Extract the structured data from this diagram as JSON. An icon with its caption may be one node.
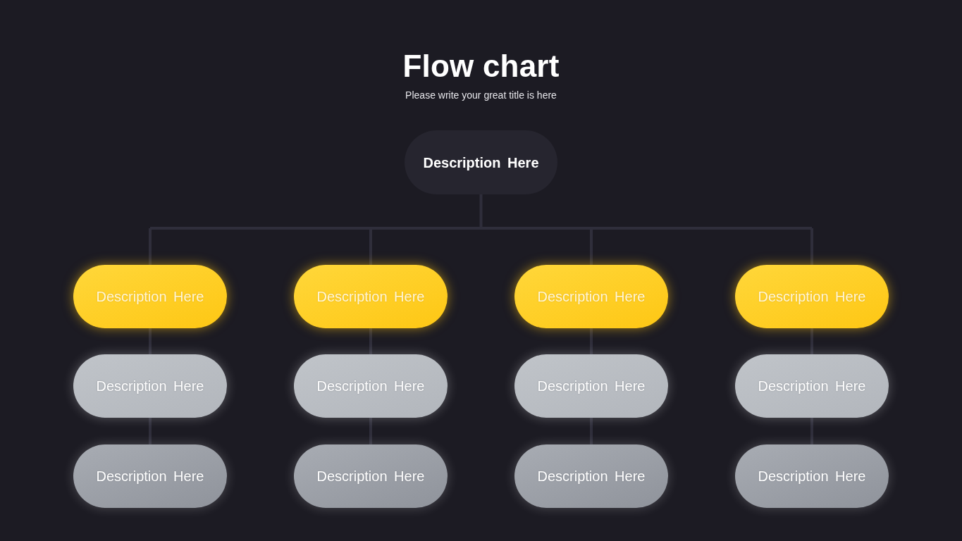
{
  "diagram": {
    "title": "Flow chart",
    "nodes": [
      {
        "text": [
          "Description Here"
        ]
      },
      {
        "text": [
          "Description Here"
        ]
      },
      {
        "text": [
          "Description Here"
        ]
      },
      {
        "text": [
          "Description Here"
        ]
      },
      {
        "text": [
          "Description Here"
        ]
      },
      {
        "text": [
          "Description Here"
        ]
      },
      {
        "text": [
          "Description Here"
        ]
      },
      {
        "text": [
          "Description Here"
        ]
      },
      {
        "text": [
          "Description Here"
        ]
      },
      {
        "text": [
          "Description Here"
        ]
      },
      {
        "text": [
          "Description Here"
        ]
      },
      {
        "text": [
          "Description Here"
        ]
      },
      {
        "text": [
          "Description Here"
        ]
      }
    ],
    "edges": [
      {
        "from": 0,
        "to": 1,
        "arrow": "none"
      },
      {
        "from": 0,
        "to": 2,
        "arrow": "none"
      },
      {
        "from": 0,
        "to": 3,
        "arrow": "none"
      },
      {
        "from": 0,
        "to": 4,
        "arrow": "none"
      },
      {
        "from": 1,
        "to": 5,
        "arrow": "none"
      },
      {
        "from": 2,
        "to": 6,
        "arrow": "none"
      },
      {
        "from": 3,
        "to": 7,
        "arrow": "none"
      },
      {
        "from": 4,
        "to": 8,
        "arrow": "none"
      },
      {
        "from": 5,
        "to": 9,
        "arrow": "none"
      },
      {
        "from": 6,
        "to": 10,
        "arrow": "none"
      },
      {
        "from": 7,
        "to": 11,
        "arrow": "none"
      },
      {
        "from": 8,
        "to": 12,
        "arrow": "none"
      }
    ],
    "labels": [
      "Please write your great title is here"
    ]
  }
}
